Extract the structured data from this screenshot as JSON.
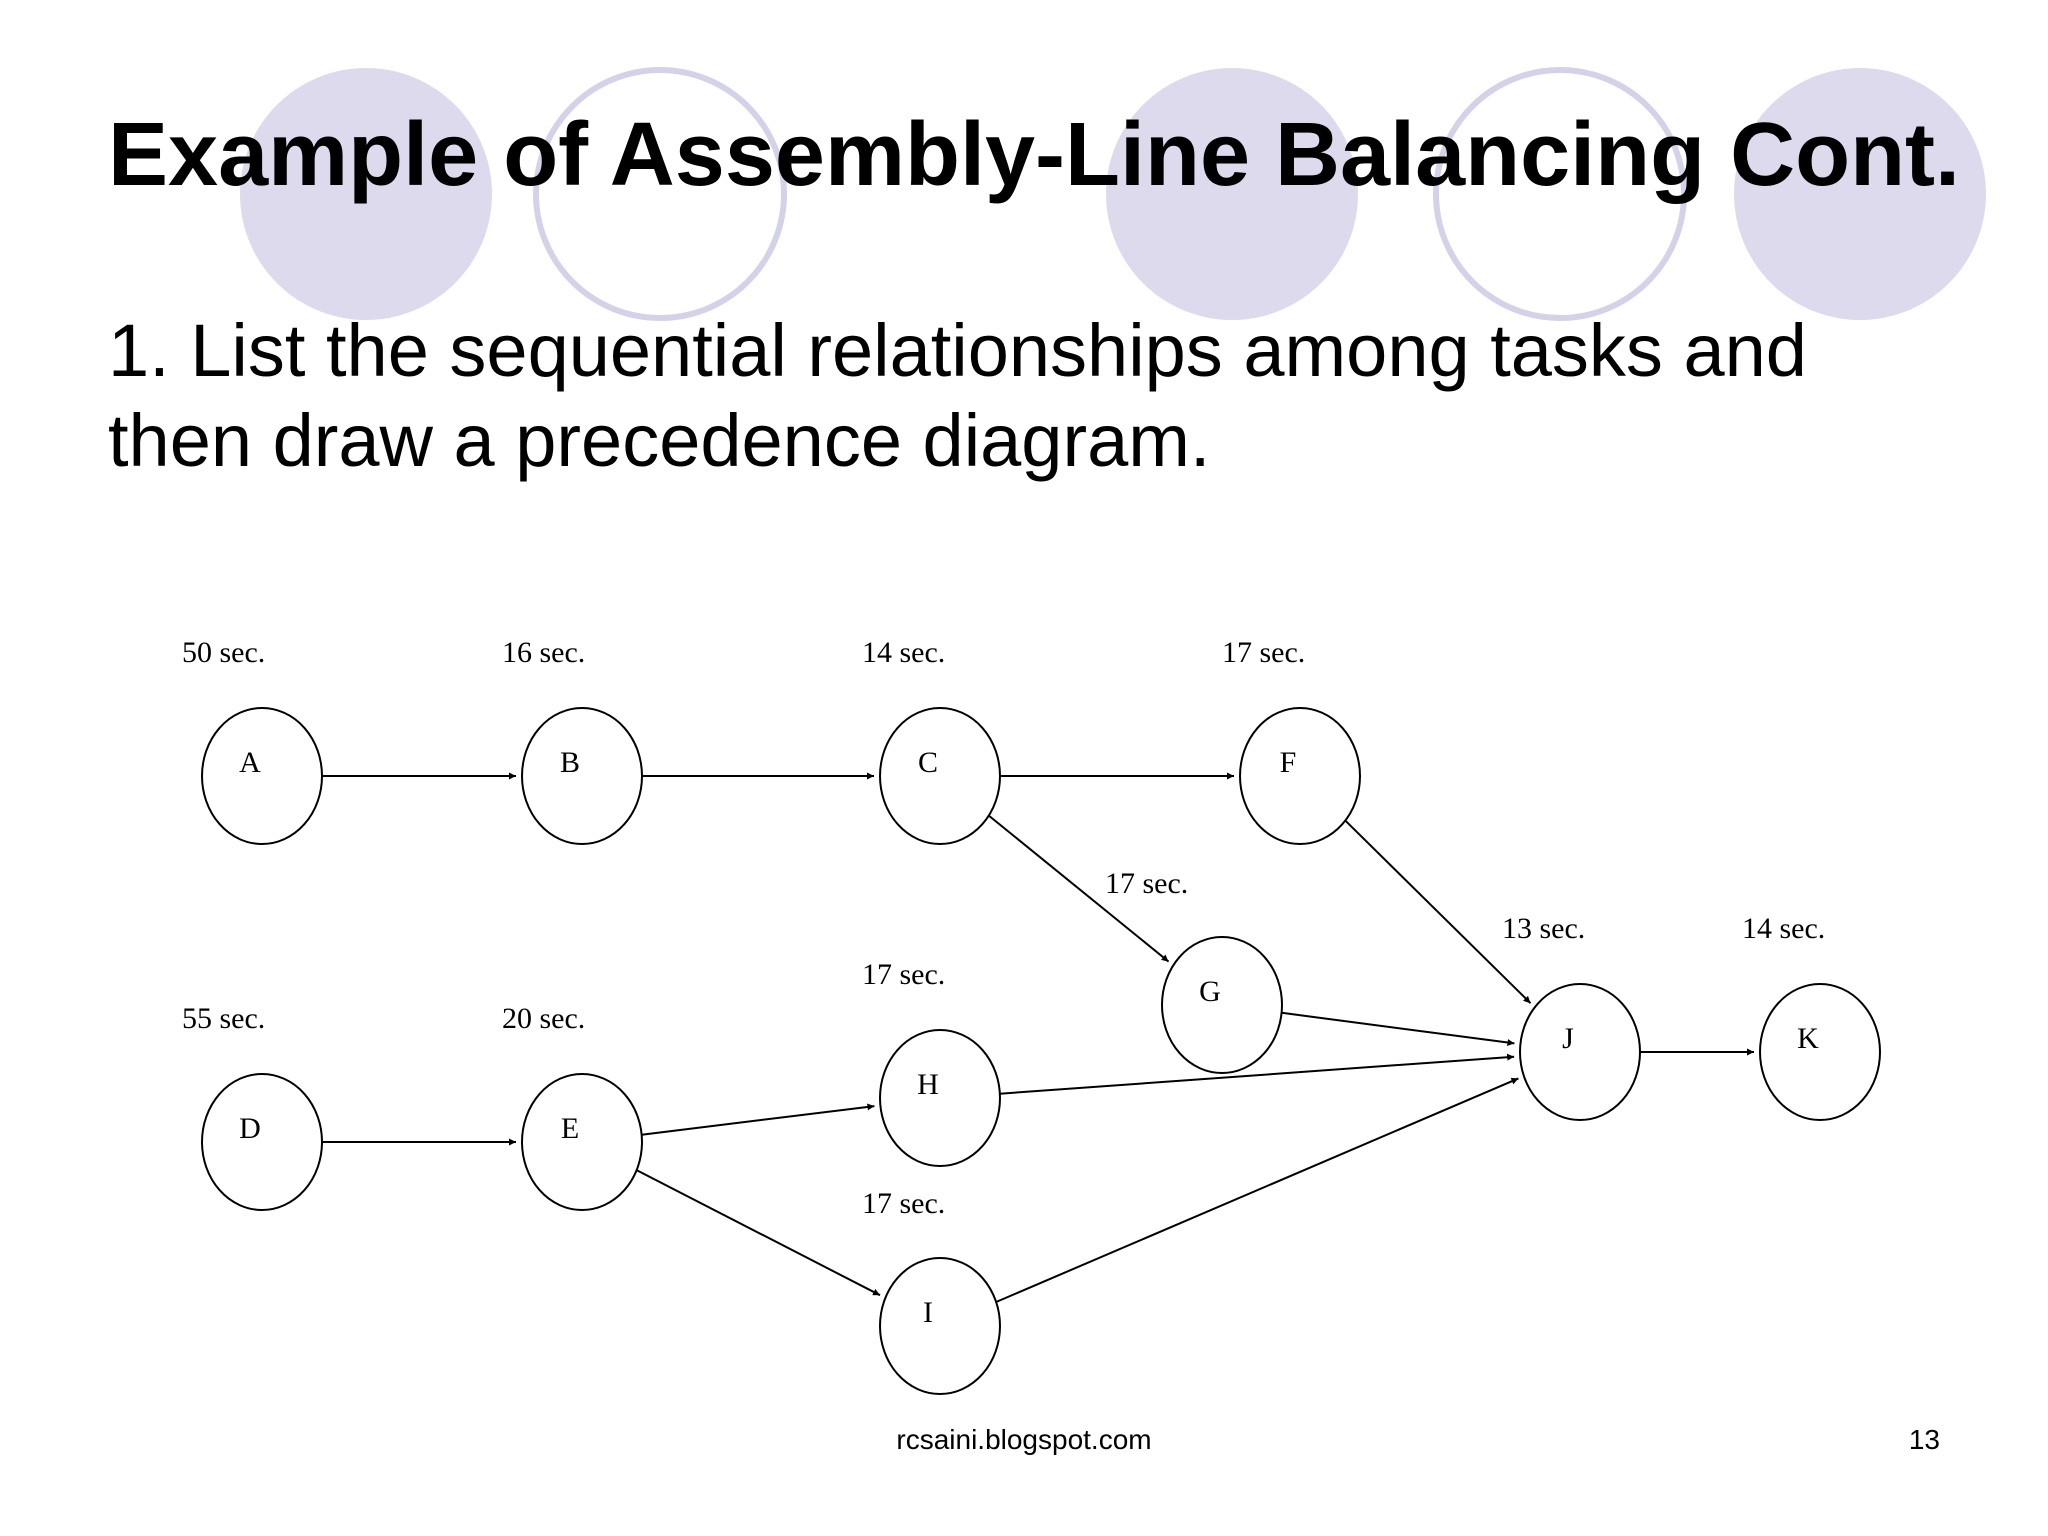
{
  "slide": {
    "title": "Example of Assembly-Line Balancing Cont.",
    "body_lines": [
      "1. List the sequential relationships among tasks and",
      "then draw a precedence diagram."
    ],
    "footer": "rcsaini.blogspot.com",
    "page_number": "13",
    "accent_color": "#dcdaec",
    "accent_ring_color": "#d4d2e8"
  },
  "diagram": {
    "tasks": [
      {
        "id": "A",
        "time": "50 sec."
      },
      {
        "id": "B",
        "time": "16 sec."
      },
      {
        "id": "C",
        "time": "14 sec."
      },
      {
        "id": "F",
        "time": "17 sec."
      },
      {
        "id": "G",
        "time": "17 sec."
      },
      {
        "id": "D",
        "time": "55 sec."
      },
      {
        "id": "E",
        "time": "20 sec."
      },
      {
        "id": "H",
        "time": "17 sec."
      },
      {
        "id": "I",
        "time": "17 sec."
      },
      {
        "id": "J",
        "time": "13 sec."
      },
      {
        "id": "K",
        "time": "14 sec."
      }
    ],
    "precedences": [
      [
        "A",
        "B"
      ],
      [
        "B",
        "C"
      ],
      [
        "C",
        "F"
      ],
      [
        "C",
        "G"
      ],
      [
        "F",
        "J"
      ],
      [
        "G",
        "J"
      ],
      [
        "D",
        "E"
      ],
      [
        "E",
        "H"
      ],
      [
        "E",
        "I"
      ],
      [
        "H",
        "J"
      ],
      [
        "I",
        "J"
      ],
      [
        "J",
        "K"
      ]
    ]
  }
}
